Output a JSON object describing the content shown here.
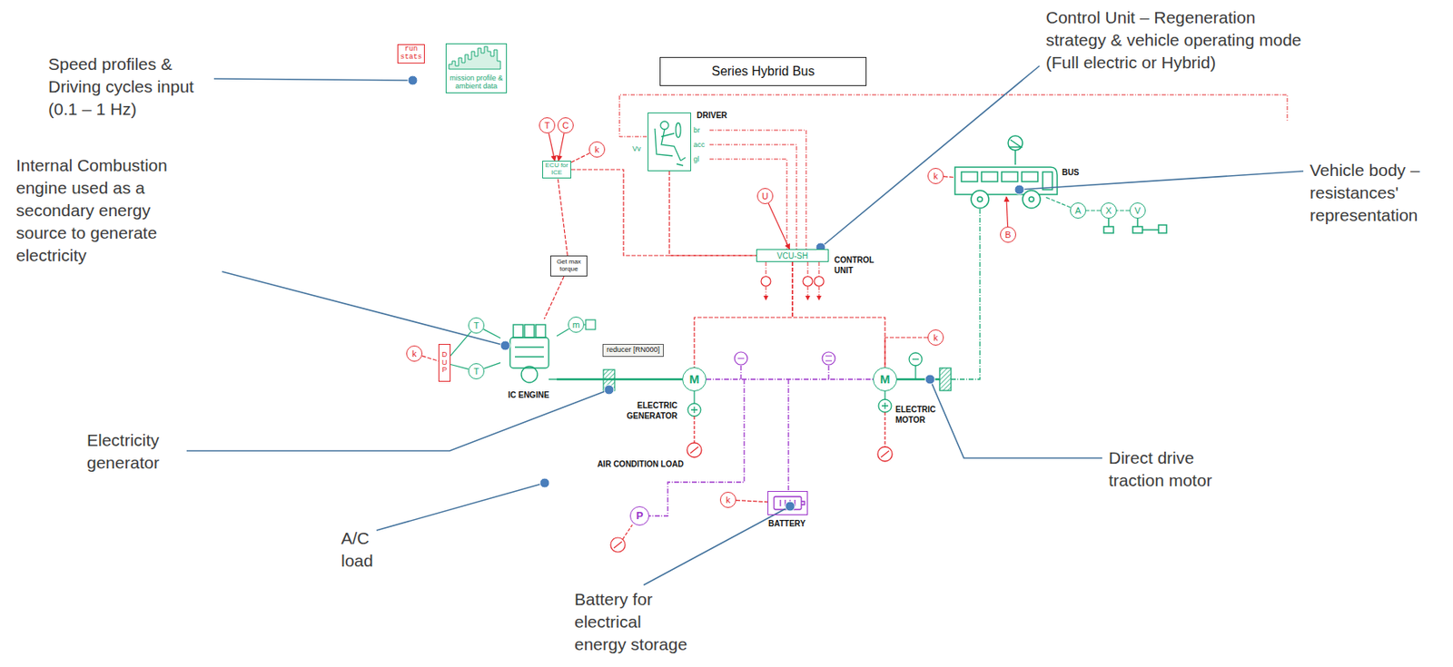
{
  "diagram": {
    "title": "Series Hybrid Bus",
    "nodes": [
      {
        "text": [
          "run stats"
        ]
      },
      {
        "text": [
          "mission profile & ambient data"
        ]
      },
      {
        "text": [
          "DRIVER"
        ]
      },
      {
        "text": [
          "ECU for ICE"
        ]
      },
      {
        "text": [
          "Get max torque"
        ]
      },
      {
        "text": [
          "VCU-SH",
          "CONTROL UNIT"
        ]
      },
      {
        "text": [
          "DUP"
        ]
      },
      {
        "text": [
          "IC ENGINE"
        ]
      },
      {
        "text": [
          "reducer [RN000]"
        ]
      },
      {
        "text": [
          "M",
          "ELECTRIC GENERATOR"
        ]
      },
      {
        "text": [
          "M",
          "ELECTRIC MOTOR"
        ]
      },
      {
        "text": [
          "P",
          "AIR CONDITION LOAD"
        ]
      },
      {
        "text": [
          "BATTERY"
        ]
      },
      {
        "text": [
          "BUS"
        ]
      },
      {
        "text": [
          "k"
        ]
      },
      {
        "text": [
          "T"
        ]
      },
      {
        "text": [
          "C"
        ]
      },
      {
        "text": [
          "k"
        ]
      },
      {
        "text": [
          "U"
        ]
      },
      {
        "text": [
          "k"
        ]
      },
      {
        "text": [
          "k"
        ]
      },
      {
        "text": [
          "k"
        ]
      },
      {
        "text": [
          "T"
        ]
      },
      {
        "text": [
          "T"
        ]
      },
      {
        "text": [
          "m"
        ]
      },
      {
        "text": [
          "B"
        ]
      },
      {
        "text": [
          "A"
        ]
      },
      {
        "text": [
          "X"
        ]
      },
      {
        "text": [
          "V"
        ]
      }
    ],
    "edges": [
      {
        "from": 2,
        "to": 5,
        "arrow": "none"
      },
      {
        "from": 3,
        "to": 5,
        "arrow": "none"
      },
      {
        "from": 4,
        "to": 3,
        "arrow": "none"
      },
      {
        "from": 15,
        "to": 3,
        "arrow": "to"
      },
      {
        "from": 16,
        "to": 3,
        "arrow": "to"
      },
      {
        "from": 17,
        "to": 3,
        "arrow": "none"
      },
      {
        "from": 18,
        "to": 5,
        "arrow": "to"
      },
      {
        "from": 14,
        "to": 6,
        "arrow": "none"
      },
      {
        "from": 6,
        "to": 22,
        "arrow": "none"
      },
      {
        "from": 22,
        "to": 7,
        "arrow": "none"
      },
      {
        "from": 6,
        "to": 23,
        "arrow": "none"
      },
      {
        "from": 23,
        "to": 7,
        "arrow": "none"
      },
      {
        "from": 4,
        "to": 7,
        "arrow": "none"
      },
      {
        "from": 24,
        "to": 7,
        "arrow": "none"
      },
      {
        "from": 7,
        "to": 9,
        "arrow": "none"
      },
      {
        "from": 9,
        "to": 10,
        "arrow": "none"
      },
      {
        "from": 5,
        "to": 9,
        "arrow": "none"
      },
      {
        "from": 5,
        "to": 10,
        "arrow": "none"
      },
      {
        "from": 20,
        "to": 10,
        "arrow": "none"
      },
      {
        "from": 21,
        "to": 12,
        "arrow": "none"
      },
      {
        "from": 19,
        "to": 13,
        "arrow": "none"
      },
      {
        "from": 25,
        "to": 13,
        "arrow": "to"
      },
      {
        "from": 26,
        "to": 13,
        "arrow": "none"
      },
      {
        "from": 27,
        "to": 26,
        "arrow": "none"
      },
      {
        "from": 28,
        "to": 27,
        "arrow": "none"
      }
    ],
    "labels": [
      "Speed profiles & Driving cycles input (0.1 – 1 Hz)",
      "Internal Combustion engine used as a secondary energy source to generate electricity",
      "Electricity generator",
      "A/C load",
      "Battery for electrical energy storage",
      "Direct drive traction motor",
      "Vehicle body – resistances' representation",
      "Control Unit – Regeneration strategy & vehicle operating mode (Full electric or Hybrid)",
      "br",
      "acc",
      "gl",
      "Vv"
    ]
  }
}
